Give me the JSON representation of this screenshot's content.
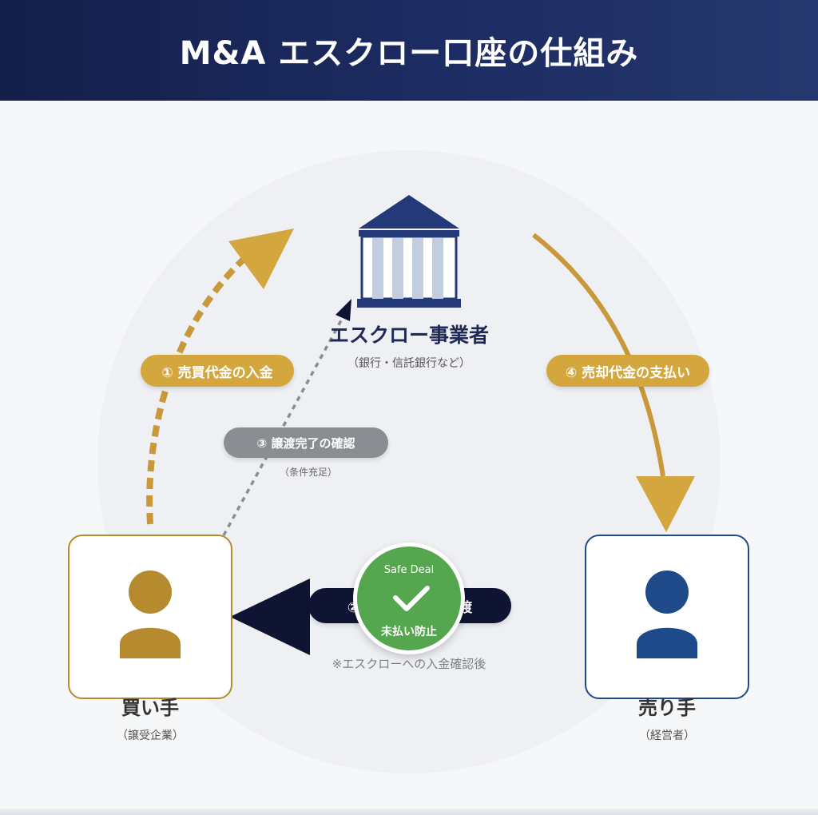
{
  "title": "M&A エスクロー口座の仕組み",
  "escrow": {
    "name": "エスクロー事業者",
    "sub": "（銀行・信託銀行など）"
  },
  "steps": {
    "step1": "① 売買代金の入金",
    "step2": "② 株式・事業の譲渡",
    "step3": "③ 譲渡完了の確認",
    "step3_note": "（条件充足）",
    "step4": "④ 売却代金の支払い",
    "step2_note": "※エスクローへの入金確認後"
  },
  "badge": {
    "top": "Safe Deal",
    "bottom": "未払い防止"
  },
  "buyer": {
    "name": "買い手",
    "sub": "（譲受企業）"
  },
  "seller": {
    "name": "売り手",
    "sub": "（経営者）"
  },
  "colors": {
    "gold": "#d3a73d",
    "navy": "#0f1433",
    "bank": "#243a78",
    "green": "#55a74f",
    "grey": "#8a8d91",
    "seller_blue": "#1f4a8a"
  }
}
